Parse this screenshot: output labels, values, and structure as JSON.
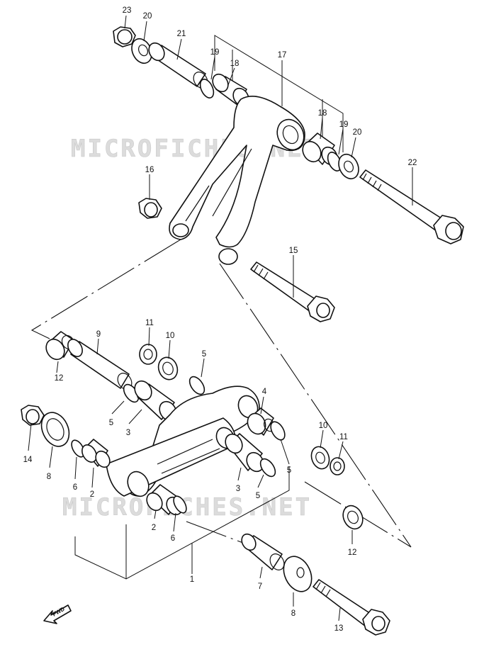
{
  "watermarks": [
    "MICROFICHES.NET",
    "MICROFICHES.NET"
  ],
  "fwd_label": "FWD",
  "callouts": {
    "c23": "23",
    "c20a": "20",
    "c21": "21",
    "c19a": "19",
    "c18a": "18",
    "c17": "17",
    "c18b": "18",
    "c19b": "19",
    "c20b": "20",
    "c22": "22",
    "c16": "16",
    "c15": "15",
    "c9": "9",
    "c11a": "11",
    "c10a": "10",
    "c5a": "5",
    "c12a": "12",
    "c5b": "5",
    "c3a": "3",
    "c4": "4",
    "c14": "14",
    "c8a": "8",
    "c6a": "6",
    "c2a": "2",
    "c10b": "10",
    "c11b": "11",
    "c5c": "5",
    "c3b": "3",
    "c5d": "5",
    "c2b": "2",
    "c6b": "6",
    "c12b": "12",
    "c1": "1",
    "c7": "7",
    "c8b": "8",
    "c13": "13"
  }
}
